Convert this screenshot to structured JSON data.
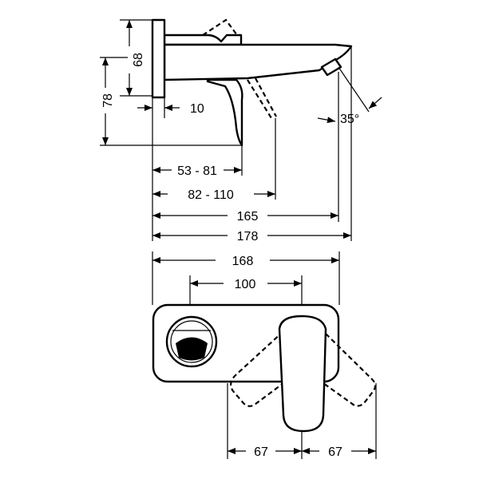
{
  "title": "Wall-mounted basin mixer dimension drawing",
  "dimensions": {
    "height_68": "68",
    "height_78": "78",
    "plate_10": "10",
    "angle": "35°",
    "lever_reach": "53 - 81",
    "lever_reach_open": "82 - 110",
    "spout_165": "165",
    "spout_178": "178",
    "plate_width": "168",
    "centers": "100",
    "swing_left": "67",
    "swing_right": "67"
  }
}
